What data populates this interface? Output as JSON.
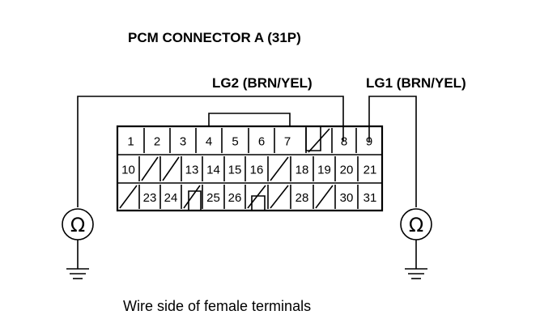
{
  "title": "PCM CONNECTOR A (31P)",
  "wires": {
    "left_label": "LG2 (BRN/YEL)",
    "right_label": "LG1 (BRN/YEL)"
  },
  "caption": "Wire side of female terminals",
  "meter_symbol": "Ω",
  "connector": {
    "rows": [
      [
        "1",
        "2",
        "3",
        "4",
        "5",
        "6",
        "7",
        "",
        "8",
        "9"
      ],
      [
        "10",
        "",
        "",
        "13",
        "14",
        "15",
        "16",
        "",
        "18",
        "19",
        "20",
        "21"
      ],
      [
        "",
        "23",
        "24",
        "",
        "25",
        "26",
        "",
        "",
        "28",
        "",
        "30",
        "31"
      ]
    ]
  }
}
